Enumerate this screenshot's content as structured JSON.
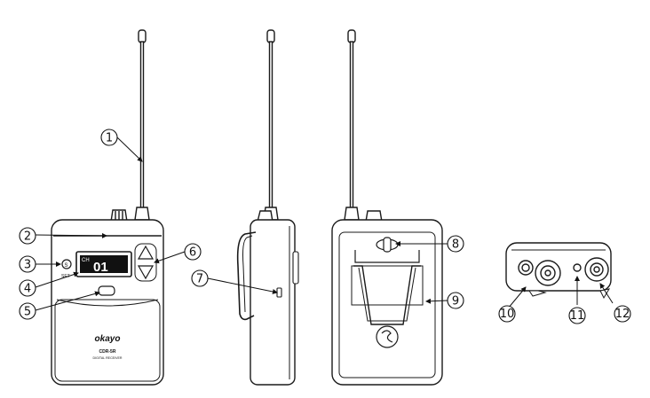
{
  "device": {
    "channel_prefix": "CH",
    "channel_value": "01",
    "brand": "okayo",
    "model": "CDR-5R",
    "subtitle": "DIGITAL RECEIVER",
    "set_label": "SET",
    "set_button_glyph": "S"
  },
  "callouts": [
    "1",
    "2",
    "3",
    "4",
    "5",
    "6",
    "7",
    "8",
    "9",
    "10",
    "11",
    "12"
  ],
  "colors": {
    "line": "#1a1a1a",
    "screen": "#111111",
    "fill": "#ffffff"
  }
}
